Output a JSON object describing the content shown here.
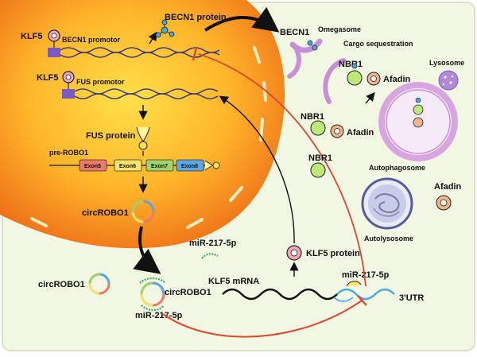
{
  "labels": {
    "klf5_top": "KLF5",
    "becn1_promotor": "BECN1 promotor",
    "becn1_protein": "BECN1 protein",
    "klf5_mid": "KLF5",
    "fus_promotor": "FUS promotor",
    "fus_protein": "FUS protein",
    "pre_robo1": "pre-ROBO1",
    "exon5": "Exon5",
    "exon6": "Exon6",
    "exon7": "Exon7",
    "exon8": "Exon8",
    "circrobo1_nucleus": "circROBO1",
    "circrobo1_left": "circROBO1",
    "circrobo1_bound": "circROBO1",
    "mir_left": "miR-217-5p",
    "mir_free": "miR-217-5p",
    "mir_right": "miR-217-5p",
    "klf5_mrna": "KLF5 mRNA",
    "utr": "3'UTR",
    "klf5_protein": "KLF5 protein",
    "becn1": "BECN1",
    "omegasome": "Omegasome",
    "cargo": "Cargo sequestration",
    "nbr1_a": "NBR1",
    "afadin_a": "Afadin",
    "nbr1_b": "NBR1",
    "afadin_b": "Afadin",
    "nbr1_c": "NBR1",
    "lysosome": "Lysosome",
    "autophagosome": "Autophagosome",
    "afadin_c": "Afadin",
    "autolysosome": "Autolysosome"
  },
  "colors": {
    "cytoplasm": "#f2f7e3",
    "nucleus_core": "#ffd23a",
    "nucleus_edge": "#ef7a1a",
    "dna": "#3a3a7a",
    "inhibit": "#e0452b",
    "klf5": "#f2a7b8",
    "becn1": "#4aa8d8",
    "nbr1": "#bde87a",
    "afadin": "#f2b48a",
    "membrane": "#c98fd6",
    "mirna": "#3aaa5a"
  },
  "icons": [
    "klf5-protein-icon",
    "becn1-protein-icon",
    "fus-protein-icon",
    "circrna-icon",
    "mirna-icon",
    "nbr1-icon",
    "afadin-icon",
    "lysosome-icon",
    "autophagosome-icon",
    "autolysosome-icon"
  ]
}
